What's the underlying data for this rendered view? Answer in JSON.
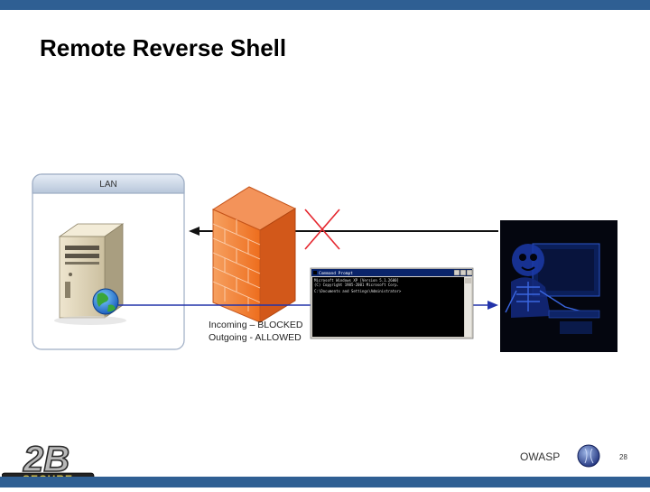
{
  "slide": {
    "title": "Remote Reverse Shell",
    "page_number": "28",
    "footer_label": "OWASP"
  },
  "diagram": {
    "lan_label": "LAN",
    "firewall_rule_incoming": "Incoming – BLOCKED",
    "firewall_rule_outgoing": "Outgoing - ALLOWED",
    "terminal": {
      "title": "Command Prompt",
      "lines": [
        "Microsoft Windows XP [Version 5.1.2600]",
        "(C) Copyright 1985-2001 Microsoft Corp.",
        "C:\\Documents and Settings\\Administrator>"
      ]
    }
  },
  "logo": {
    "top_text": "2B",
    "bottom_text": "SECURE"
  },
  "colors": {
    "bar": "#2f5f93",
    "firewall": "#f07a2a",
    "blocked_x": "#e5262e",
    "arrow_out": "#2233aa",
    "arrow_in": "#111111"
  }
}
